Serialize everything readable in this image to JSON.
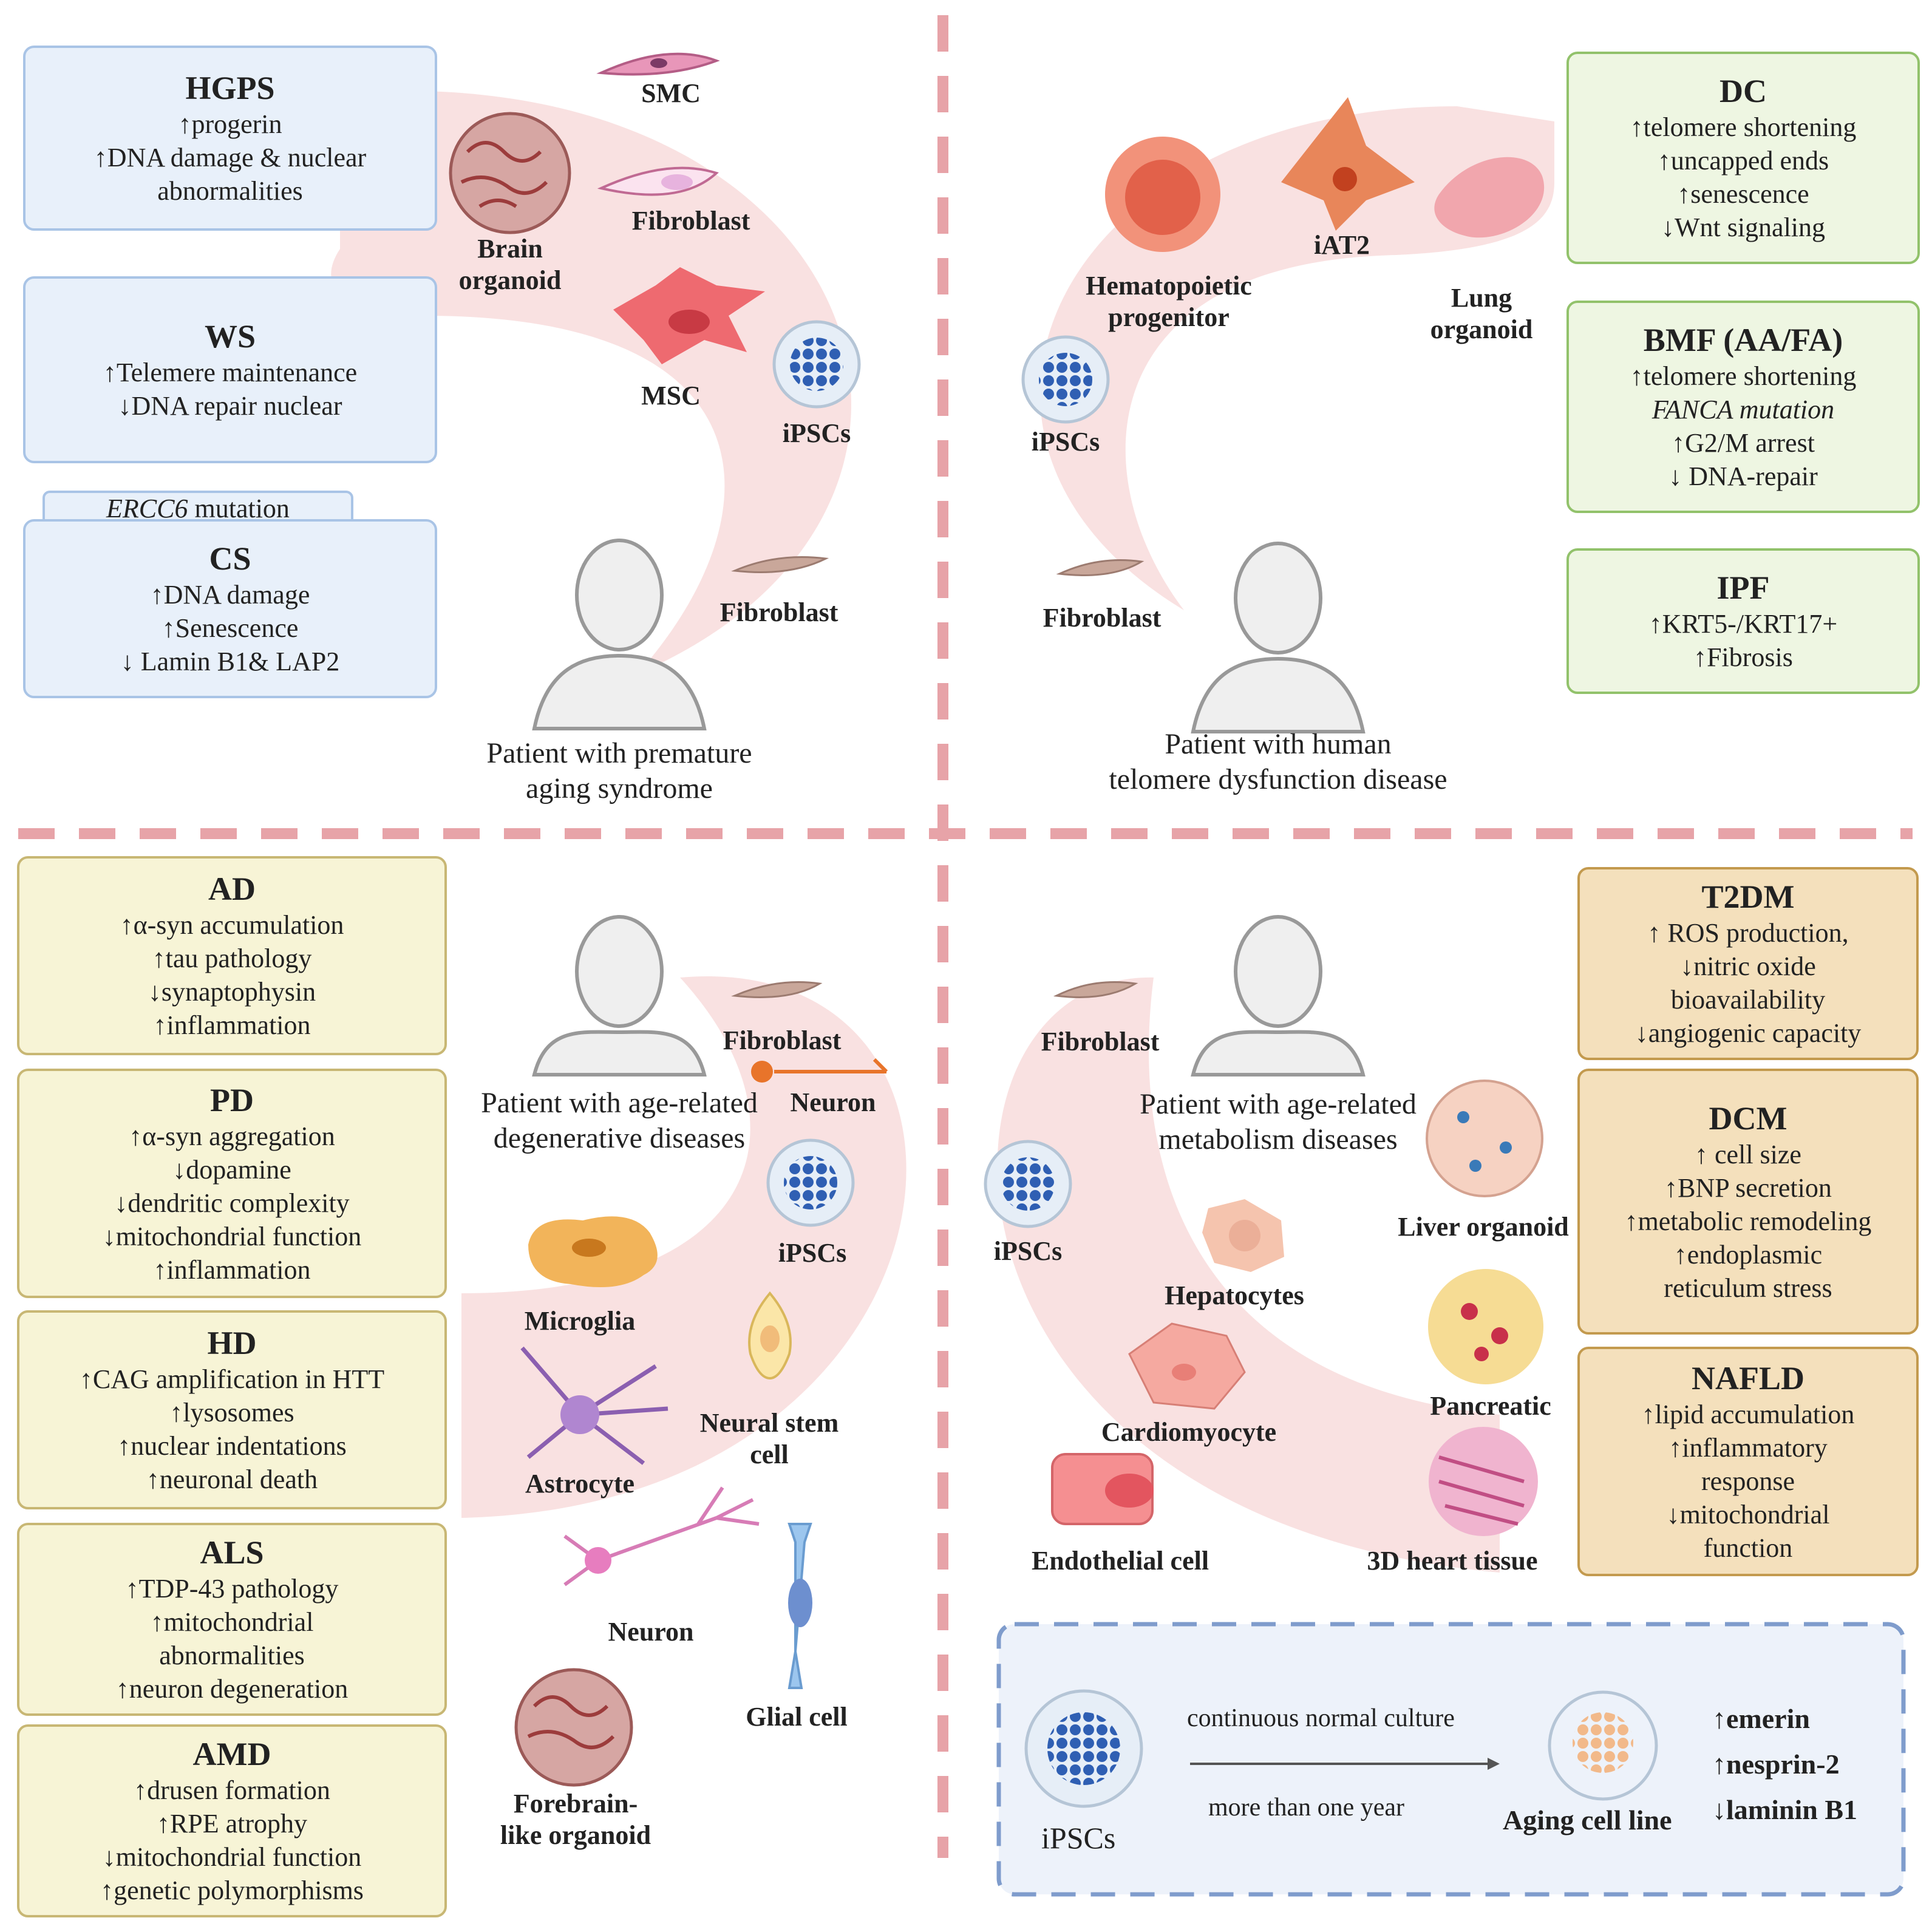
{
  "quadrants": {
    "premature": {
      "caption_lines": [
        "Patient with  premature",
        "aging syndrome"
      ],
      "cells": {
        "smc": "SMC",
        "fibroblast_mid": "Fibroblast",
        "brain_organoid": [
          "Brain",
          "organoid"
        ],
        "msc": "MSC",
        "ipscs": "iPSCs",
        "fibroblast_bottom": "Fibroblast"
      },
      "boxes": [
        {
          "title": "HGPS",
          "lines": [
            "↑progerin",
            "↑DNA damage & nuclear",
            "abnormalities"
          ]
        },
        {
          "title": "WS",
          "lines": [
            "↑Telemere maintenance",
            "↓DNA repair nuclear"
          ]
        },
        {
          "title": "CS",
          "tag": "ERCC6 mutation",
          "lines": [
            "↑DNA damage",
            "↑Senescence",
            "↓ Lamin B1& LAP2"
          ]
        }
      ]
    },
    "telomere": {
      "caption_lines": [
        "Patient with  human",
        "telomere dysfunction disease"
      ],
      "cells": {
        "hematopoietic": [
          "Hematopoietic",
          "progenitor"
        ],
        "iat2": "iAT2",
        "lung": [
          "Lung",
          "organoid"
        ],
        "ipscs": "iPSCs",
        "fibroblast": "Fibroblast"
      },
      "boxes": [
        {
          "title": "DC",
          "lines": [
            "↑telomere shortening",
            "↑uncapped ends",
            "↑senescence",
            "↓Wnt signaling"
          ]
        },
        {
          "title": "BMF (AA/FA)",
          "lines": [
            "↑telomere shortening",
            "FANCA mutation",
            "↑G2/M arrest",
            "↓  DNA-repair"
          ]
        },
        {
          "title": "IPF",
          "lines": [
            "↑KRT5-/KRT17+",
            "↑Fibrosis"
          ]
        }
      ]
    },
    "degenerative": {
      "caption_lines": [
        "Patient with age-related",
        "degenerative diseases"
      ],
      "cells": {
        "fibroblast": "Fibroblast",
        "neuron_top": "Neuron",
        "ipscs": "iPSCs",
        "microglia": "Microglia",
        "astrocyte": "Astrocyte",
        "neural_stem": [
          "Neural stem",
          "cell"
        ],
        "neuron_bottom": "Neuron",
        "glial": "Glial cell",
        "forebrain": [
          "Forebrain-",
          "like  organoid"
        ]
      },
      "boxes": [
        {
          "title": "AD",
          "lines": [
            "↑α-syn accumulation",
            "↑tau pathology",
            "↓synaptophysin",
            "↑inflammation"
          ]
        },
        {
          "title": "PD",
          "lines": [
            "↑α-syn aggregation",
            "↓dopamine",
            "↓dendritic complexity",
            "↓mitochondrial function",
            "↑inflammation"
          ]
        },
        {
          "title": "HD",
          "lines": [
            "↑CAG amplification in HTT",
            "↑lysosomes",
            "↑nuclear indentations",
            "↑neuronal death"
          ]
        },
        {
          "title": "ALS",
          "lines": [
            "↑TDP-43 pathology",
            "↑mitochondrial",
            "abnormalities",
            "↑neuron degeneration"
          ]
        },
        {
          "title": "AMD",
          "lines": [
            "↑drusen formation",
            "↑RPE atrophy",
            "↓mitochondrial function",
            "↑genetic polymorphisms"
          ]
        }
      ]
    },
    "metabolism": {
      "caption_lines": [
        "Patient with age-related",
        "metabolism diseases"
      ],
      "cells": {
        "fibroblast": "Fibroblast",
        "ipscs": "iPSCs",
        "hepatocytes": "Hepatocytes",
        "liver": "Liver organoid",
        "pancreatic": "Pancreatic",
        "cardiomyocyte": "Cardiomyocyte",
        "endothelial": "Endothelial cell",
        "heart": "3D heart tissue"
      },
      "boxes": [
        {
          "title": "T2DM",
          "lines": [
            "↑ ROS production,",
            "↓nitric oxide",
            "bioavailability",
            "↓angiogenic capacity"
          ]
        },
        {
          "title": "DCM",
          "lines": [
            "↑ cell size",
            "↑BNP secretion",
            "↑metabolic remodeling",
            "↑endoplasmic",
            "reticulum stress"
          ]
        },
        {
          "title": "NAFLD",
          "lines": [
            "↑lipid accumulation",
            "↑inflammatory",
            "response",
            "↓mitochondrial",
            "function"
          ]
        }
      ]
    }
  },
  "inset": {
    "ipscs": "iPSCs",
    "arrow_top": "continuous normal culture",
    "arrow_bottom": "more than one year",
    "aging": "Aging cell line",
    "markers": [
      "↑emerin",
      "↑nesprin-2",
      "↓laminin B1"
    ]
  },
  "colors": {
    "divider": "#e7a3a8",
    "arc": "#f8dcdc",
    "cell_blue": "#2f5fb3",
    "blue_box": "#e8f0fa",
    "green_box": "#eef6e2",
    "yellow_box": "#f7f4d6",
    "tan_box": "#f4e0bc"
  }
}
